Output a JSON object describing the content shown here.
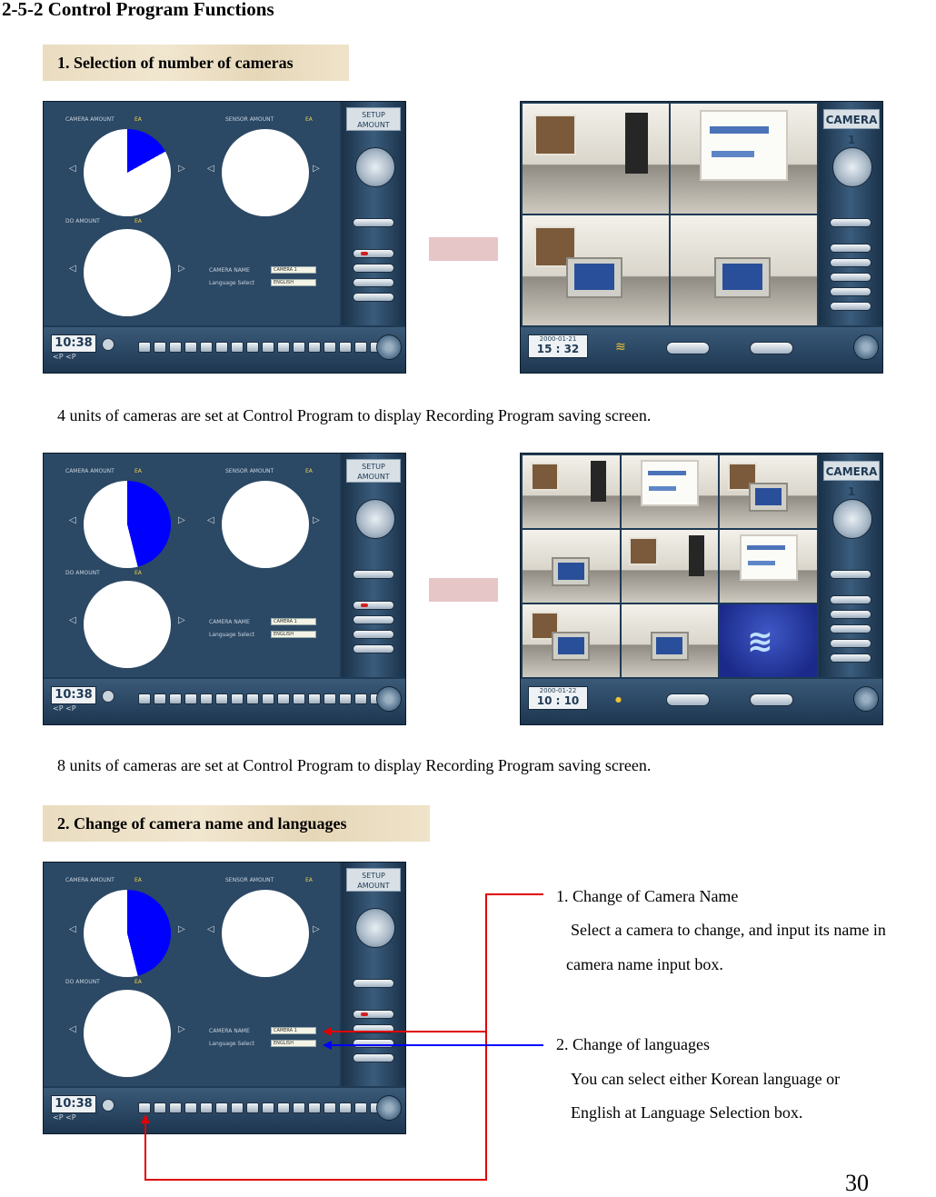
{
  "page": {
    "heading": "2-5-2 Control Program Functions",
    "page_number": "30"
  },
  "section1": {
    "label": "1. Selection of number of cameras",
    "caption_4": "4 units of cameras are set at Control Program to display Recording Program saving screen.",
    "caption_8": "8 units of cameras are set at Control Program to display Recording Program saving screen."
  },
  "section2": {
    "label": "2. Change of  camera  name and  languages",
    "note1_title": "1. Change of Camera Name",
    "note1_line1": "Select a camera to change, and input its name in",
    "note1_line2": "camera name input box.",
    "note2_title": "2. Change of languages",
    "note2_line1": "You can select either Korean language or",
    "note2_line2": "English at Language Selection box."
  },
  "control_panel": {
    "camera_amount_label": "CAMERA AMOUNT",
    "sensor_amount_label": "SENSOR AMOUNT",
    "do_amount_label": "DO AMOUNT",
    "ea": "EA",
    "camera_name_label": "CAMERA NAME",
    "language_select_label": "Language Select",
    "camera_name_value": "CAMERA 1",
    "language_value": "ENGLISH",
    "setup_line1": "SETUP",
    "setup_line2": "AMOUNT",
    "clock": "10:38",
    "clock_sub": "<P <P",
    "camera_share_4": 0.17,
    "camera_share_8": 0.46
  },
  "recording_panel": {
    "camera_label": "CAMERA 1",
    "date_1": "2000-01-21",
    "time_1": "15 : 32",
    "date_2": "2000-01-22",
    "time_2": "10 : 10"
  },
  "colors": {
    "pie_fill": "#0000ff",
    "arrow_red": "#e00000",
    "arrow_blue": "#0000ff"
  }
}
